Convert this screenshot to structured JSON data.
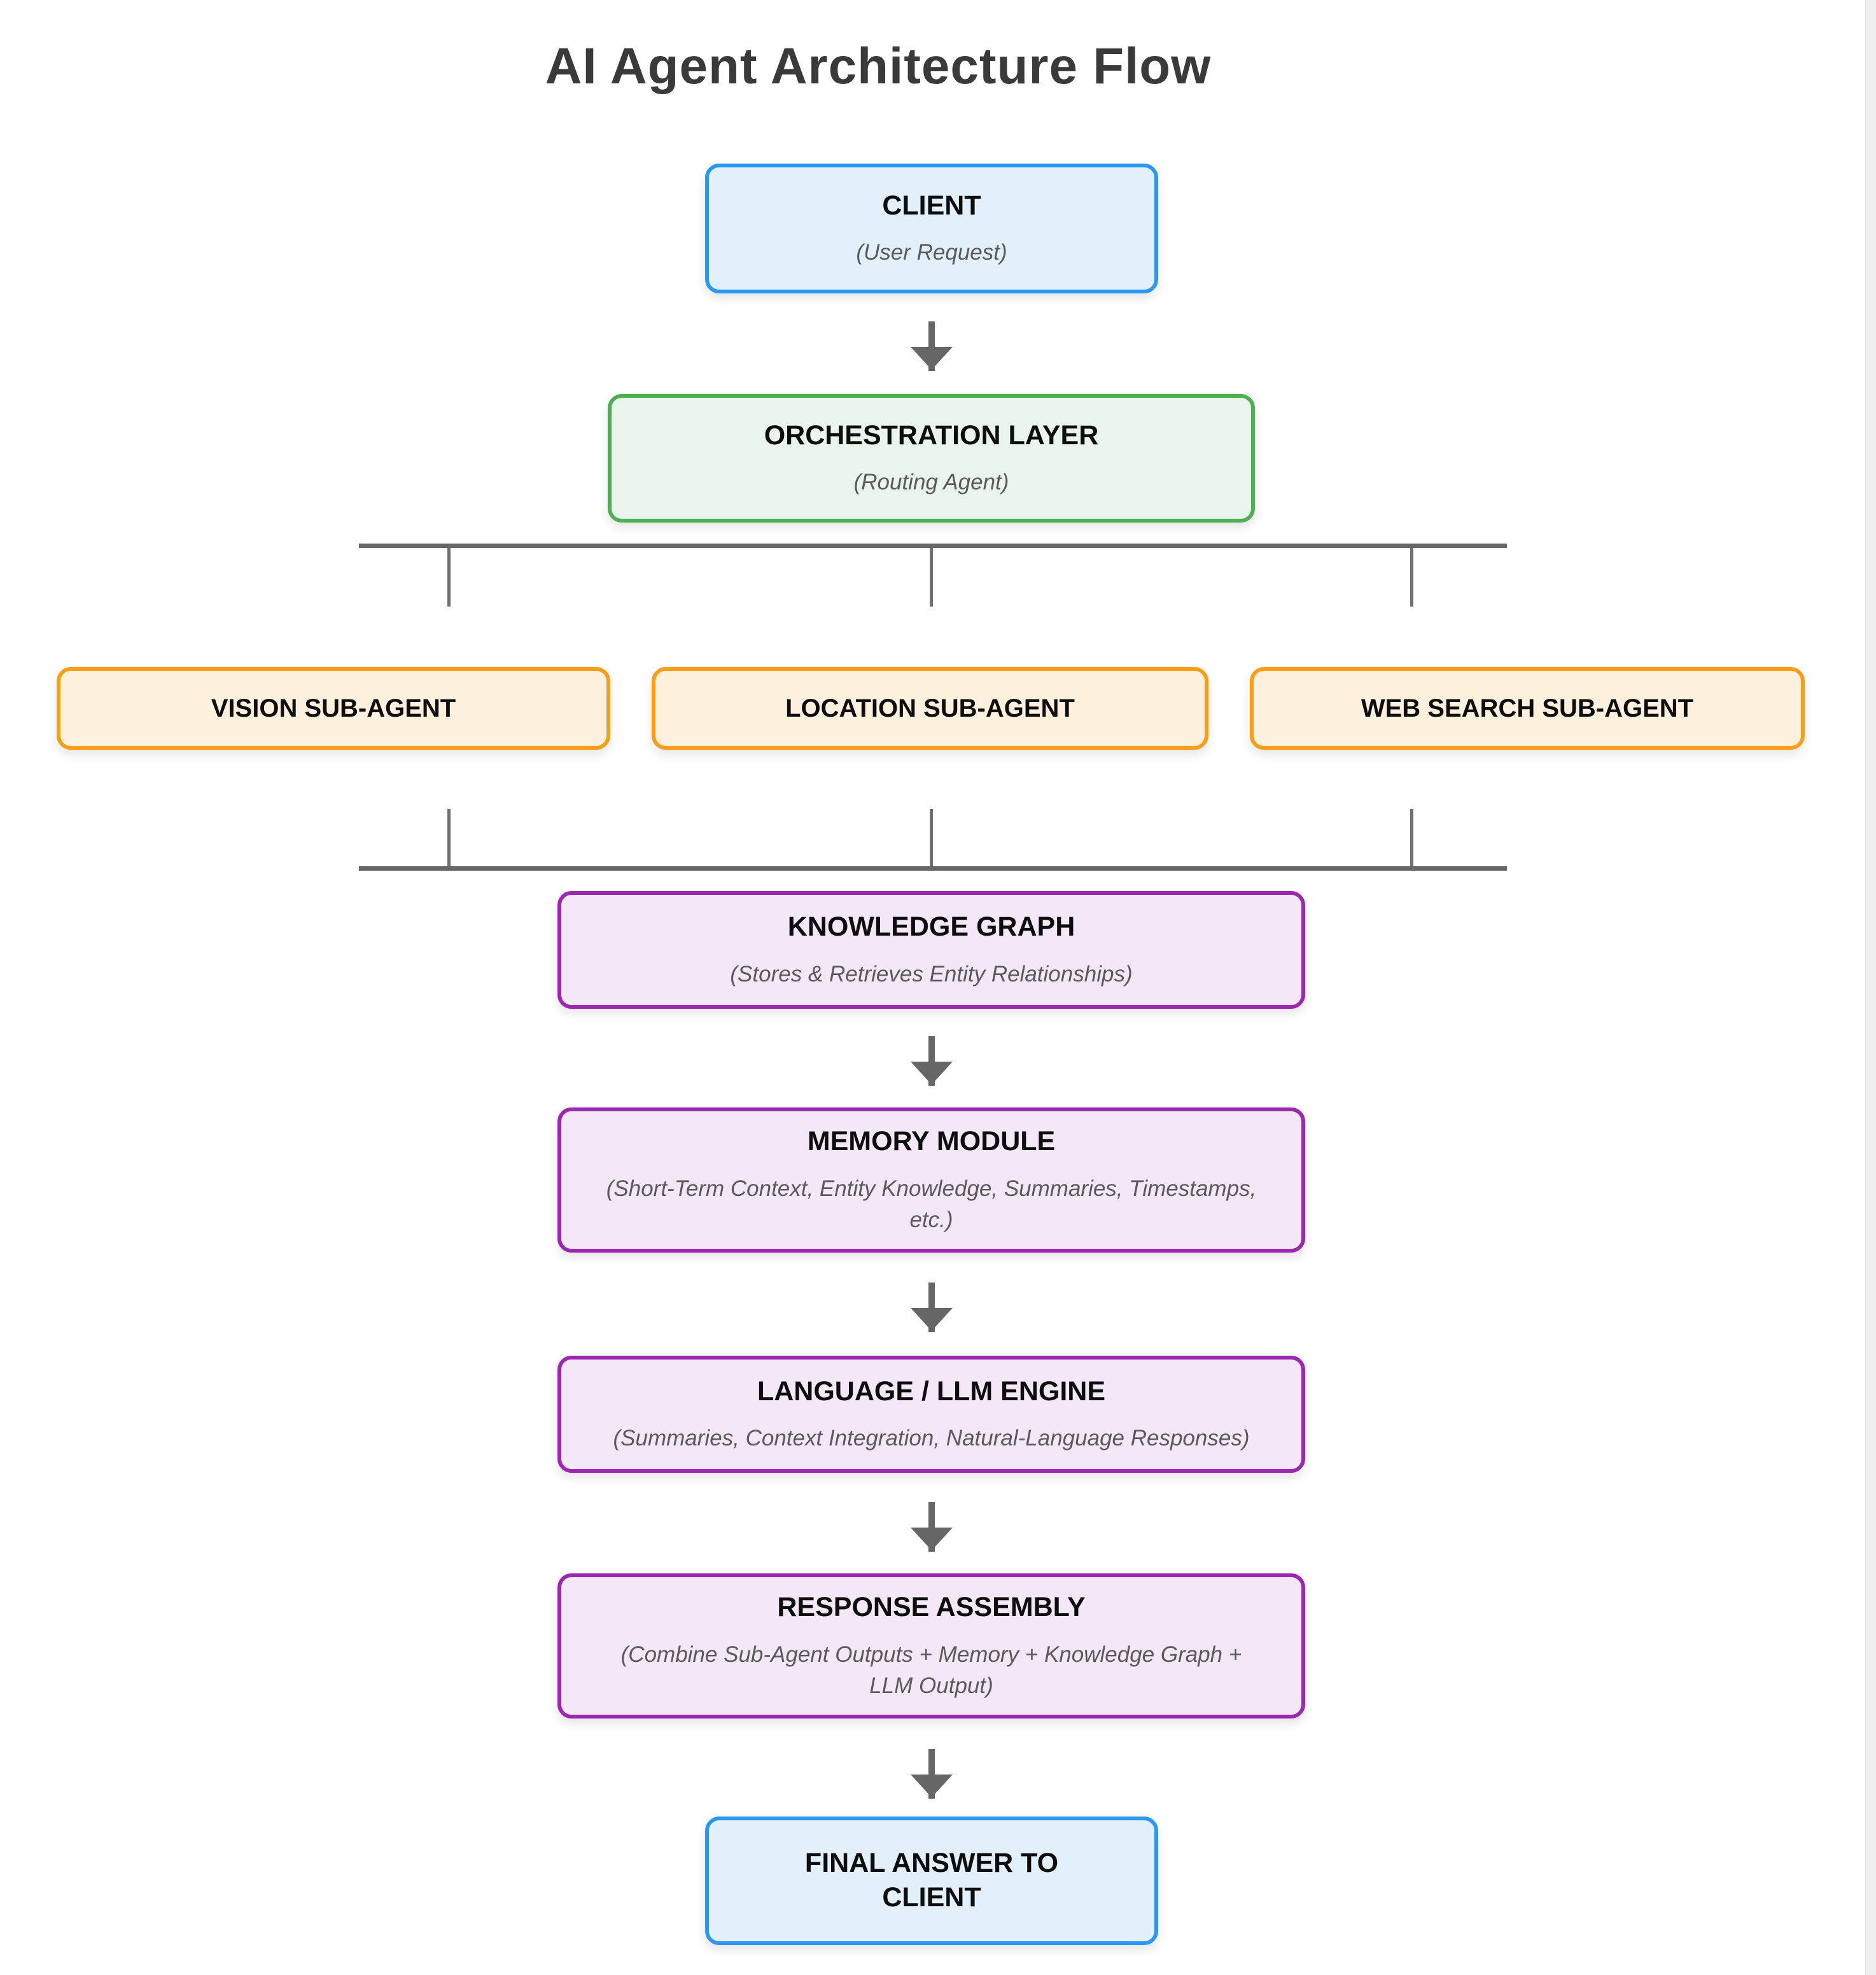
{
  "title": "AI Agent Architecture Flow",
  "colors": {
    "blue_border": "#2b97f1",
    "blue_fill": "#e1f0fb",
    "green_border": "#4caf50",
    "green_fill": "#e9f4ea",
    "orange_border": "#f99e15",
    "orange_fill": "#fdf1de",
    "purple_border": "#9c27b0",
    "purple_fill": "#f4e7f7",
    "connector": "#666666"
  },
  "nodes": {
    "client": {
      "label": "CLIENT",
      "sublabel": "(User Request)"
    },
    "orchestration": {
      "label": "ORCHESTRATION LAYER",
      "sublabel": "(Routing Agent)"
    },
    "vision": {
      "label": "VISION SUB-AGENT"
    },
    "location": {
      "label": "LOCATION SUB-AGENT"
    },
    "web_search": {
      "label": "WEB SEARCH SUB-AGENT"
    },
    "knowledge_graph": {
      "label": "KNOWLEDGE GRAPH",
      "sublabel": "(Stores & Retrieves Entity Relationships)"
    },
    "memory": {
      "label": "MEMORY MODULE",
      "sublabel": "(Short-Term Context, Entity Knowledge, Summaries, Timestamps, etc.)"
    },
    "llm": {
      "label": "LANGUAGE / LLM ENGINE",
      "sublabel": "(Summaries, Context Integration, Natural-Language Responses)"
    },
    "response_assembly": {
      "label": "RESPONSE ASSEMBLY",
      "sublabel": "(Combine Sub-Agent Outputs + Memory + Knowledge Graph + LLM Output)"
    },
    "final_answer": {
      "label": "FINAL ANSWER TO CLIENT"
    }
  },
  "edges": [
    {
      "from": "client",
      "to": "orchestration"
    },
    {
      "from": "orchestration",
      "to": "vision"
    },
    {
      "from": "orchestration",
      "to": "location"
    },
    {
      "from": "orchestration",
      "to": "web_search"
    },
    {
      "from": "vision",
      "to": "knowledge_graph"
    },
    {
      "from": "location",
      "to": "knowledge_graph"
    },
    {
      "from": "web_search",
      "to": "knowledge_graph"
    },
    {
      "from": "knowledge_graph",
      "to": "memory"
    },
    {
      "from": "memory",
      "to": "llm"
    },
    {
      "from": "llm",
      "to": "response_assembly"
    },
    {
      "from": "response_assembly",
      "to": "final_answer"
    }
  ]
}
